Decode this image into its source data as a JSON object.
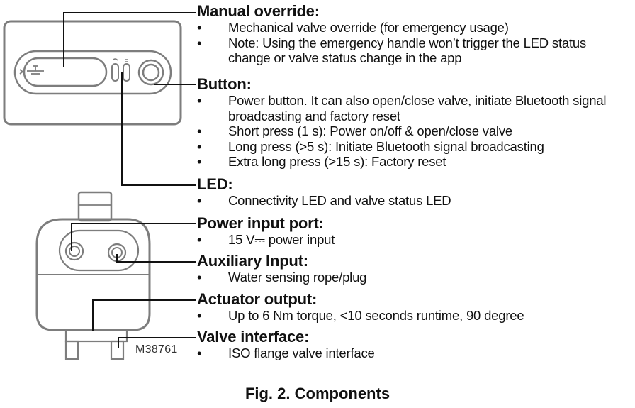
{
  "sections": {
    "manual": {
      "title": "Manual override:",
      "items": [
        "Mechanical valve override (for emergency usage)",
        "Note: Using the emergency handle won’t trigger the LED status change or valve status change in the app"
      ]
    },
    "button": {
      "title": "Button:",
      "items": [
        "Power button. It can also open/close valve, initiate Bluetooth signal broadcasting and factory reset",
        "Short press (1 s): Power on/off & open/close valve",
        "Long press (>5 s): Initiate Bluetooth signal broadcasting",
        "Extra long press (>15 s): Factory reset"
      ]
    },
    "led": {
      "title": "LED:",
      "items": [
        "Connectivity LED and valve status LED"
      ]
    },
    "power": {
      "title": "Power input port:",
      "items": [
        "15 V⎓ power input"
      ]
    },
    "aux": {
      "title": "Auxiliary Input:",
      "items": [
        "Water sensing rope/plug"
      ]
    },
    "actuator": {
      "title": "Actuator output:",
      "items": [
        "Up to 6 Nm torque, <10 seconds runtime, 90 degree"
      ]
    },
    "valve": {
      "title": "Valve interface:",
      "items": [
        "ISO flange valve interface"
      ]
    }
  },
  "model_code": "M38761",
  "caption": "Fig. 2. Components",
  "colors": {
    "device_stroke": "#7a7a7a",
    "leader": "#111111",
    "text": "#111111"
  }
}
